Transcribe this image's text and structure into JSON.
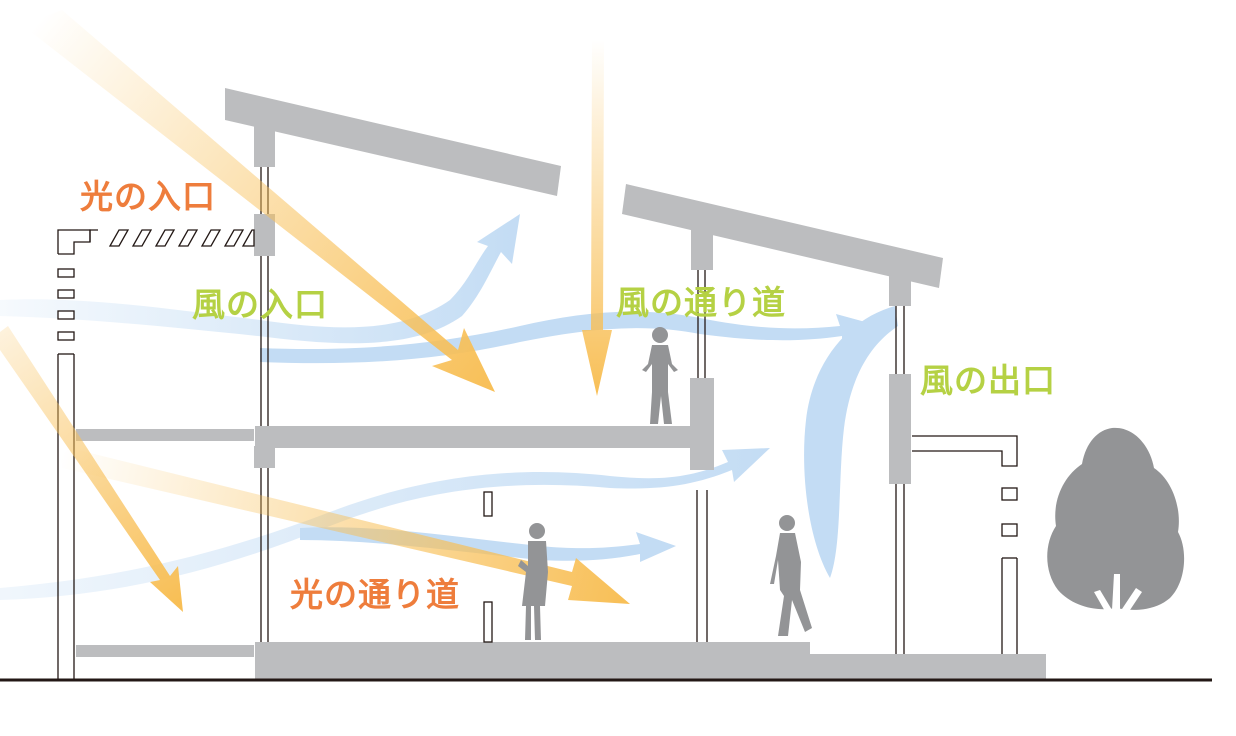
{
  "labels": {
    "light_entrance": "光の入口",
    "light_path": "光の通り道",
    "wind_entrance": "風の入口",
    "wind_path": "風の通り道",
    "wind_exit": "風の出口"
  },
  "colors": {
    "light_label": "#ee7d3c",
    "wind_label": "#b5d144",
    "light_arrow": "#f8bf56",
    "wind_arrow": "#c3dcf4",
    "structure": "#bcbdbf",
    "ground": "#231815"
  }
}
